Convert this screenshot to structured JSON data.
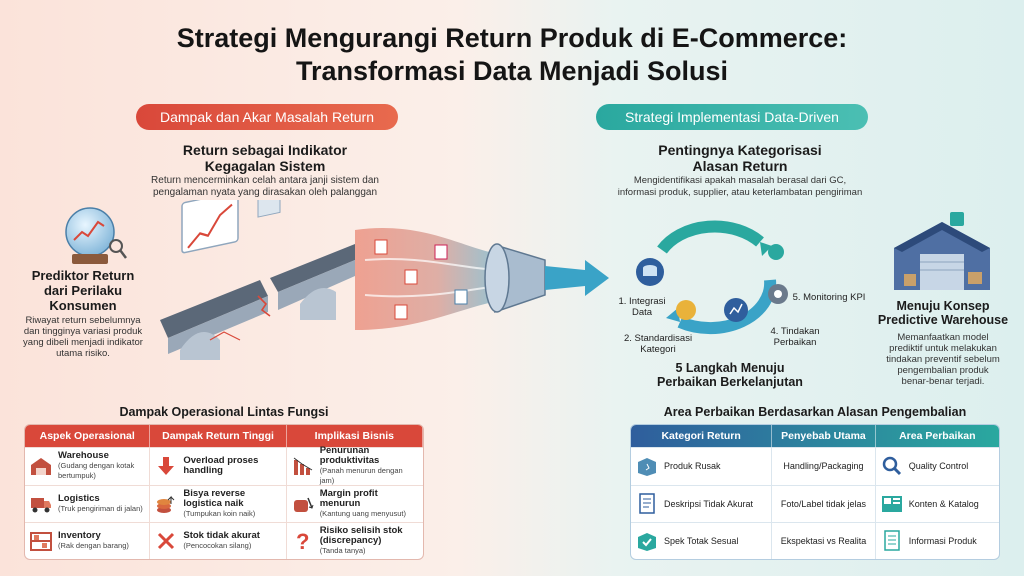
{
  "title": {
    "line1": "Strategi Mengurangi Return Produk di E-Commerce:",
    "line2": "Transformasi Data Menjadi Solusi"
  },
  "left": {
    "pill": "Dampak dan Akar Masalah Return",
    "heading1": "Return sebagai Indikator",
    "heading2": "Kegagalan Sistem",
    "desc1": "Return mencerminkan celah antara janji sistem dan",
    "desc2": "pengalaman nyata yang dirasakan oleh palanggan",
    "predictor": {
      "h1": "Prediktor Return",
      "h2": "dari Perilaku",
      "h3": "Konsumen",
      "d1": "Riwayat return sebelumnya",
      "d2": "dan tingginya variasi produk",
      "d3": "yang dibeli menjadi indikator",
      "d4": "utama risiko."
    },
    "table_title": "Dampak Operasional Lintas Fungsi",
    "table": {
      "headers": [
        "Aspek Operasional",
        "Dampak Return Tinggi",
        "Implikasi Bisnis"
      ],
      "rows": [
        [
          {
            "icon": "warehouse-icon",
            "title": "Warehouse",
            "sub": "(Gudang dengan kotak bertumpuk)"
          },
          {
            "icon": "arrow-down-icon",
            "title": "Overload proses handling",
            "sub": ""
          },
          {
            "icon": "decline-chart-icon",
            "title": "Penurunan produktivitas",
            "sub": "(Panah menurun dengan jam)"
          }
        ],
        [
          {
            "icon": "truck-icon",
            "title": "Logistics",
            "sub": "(Truk pengiriman di jalan)"
          },
          {
            "icon": "coins-icon",
            "title": "Bisya reverse logistica naik",
            "sub": "(Tumpukan koin naik)"
          },
          {
            "icon": "shrinking-wallet-icon",
            "title": "Margin profit menurun",
            "sub": "(Kantung uang menyusut)"
          }
        ],
        [
          {
            "icon": "inventory-shelf-icon",
            "title": "Inventory",
            "sub": "(Rak dengan barang)"
          },
          {
            "icon": "cross-icon",
            "title": "Stok tidak akurat",
            "sub": "(Pencocokan silang)"
          },
          {
            "icon": "question-icon",
            "title": "Risiko selisih stok (discrepancy)",
            "sub": "(Tanda tanya)"
          }
        ]
      ]
    }
  },
  "right": {
    "pill": "Strategi Implementasi Data-Driven",
    "heading1": "Pentingnya Kategorisasi",
    "heading2": "Alasan Return",
    "desc1": "Mengidentifikasi apakah masalah berasal dari GC,",
    "desc2": "informasi produk, supplier, atau keterlambatan pengiriman",
    "steps": {
      "s1a": "1. Integrasi",
      "s1b": "Data",
      "s2a": "2. Standardisasi",
      "s2b": "Kategori",
      "s4a": "4. Tindakan",
      "s4b": "Perbaikan",
      "s5": "5. Monitoring KPI",
      "cycle1": "5 Langkah Menuju",
      "cycle2": "Perbaikan Berkelanjutan"
    },
    "warehouse": {
      "h1": "Menuju Konsep",
      "h2": "Predictive Warehouse",
      "d1": "Memanfaatkan model",
      "d2": "prediktif untuk melakukan",
      "d3": "tindakan preventif sebelum",
      "d4": "pengembalian produk",
      "d5": "benar-benar terjadi."
    },
    "table_title": "Area Perbaikan Berdasarkan Alasan Pengembalian",
    "table": {
      "headers": [
        "Kategori Return",
        "Penyebab Utama",
        "Area Perbaikan"
      ],
      "rows": [
        [
          {
            "icon": "damaged-box-icon",
            "title": "Produk Rusak"
          },
          {
            "title": "Handling/Packaging"
          },
          {
            "icon": "magnifier-icon",
            "title": "Quality Control"
          }
        ],
        [
          {
            "icon": "document-icon",
            "title": "Deskripsi Tidak Akurat"
          },
          {
            "title": "Foto/Label tidak jelas"
          },
          {
            "icon": "catalog-icon",
            "title": "Konten & Katalog"
          }
        ],
        [
          {
            "icon": "box-check-icon",
            "title": "Spek Totak Sesual"
          },
          {
            "title": "Ekspektasi vs Realita"
          },
          {
            "icon": "info-doc-icon",
            "title": "Informasi Produk"
          }
        ]
      ]
    }
  },
  "colors": {
    "red": "#d9483a",
    "teal": "#2aa89f",
    "navy": "#2f5e9d"
  }
}
